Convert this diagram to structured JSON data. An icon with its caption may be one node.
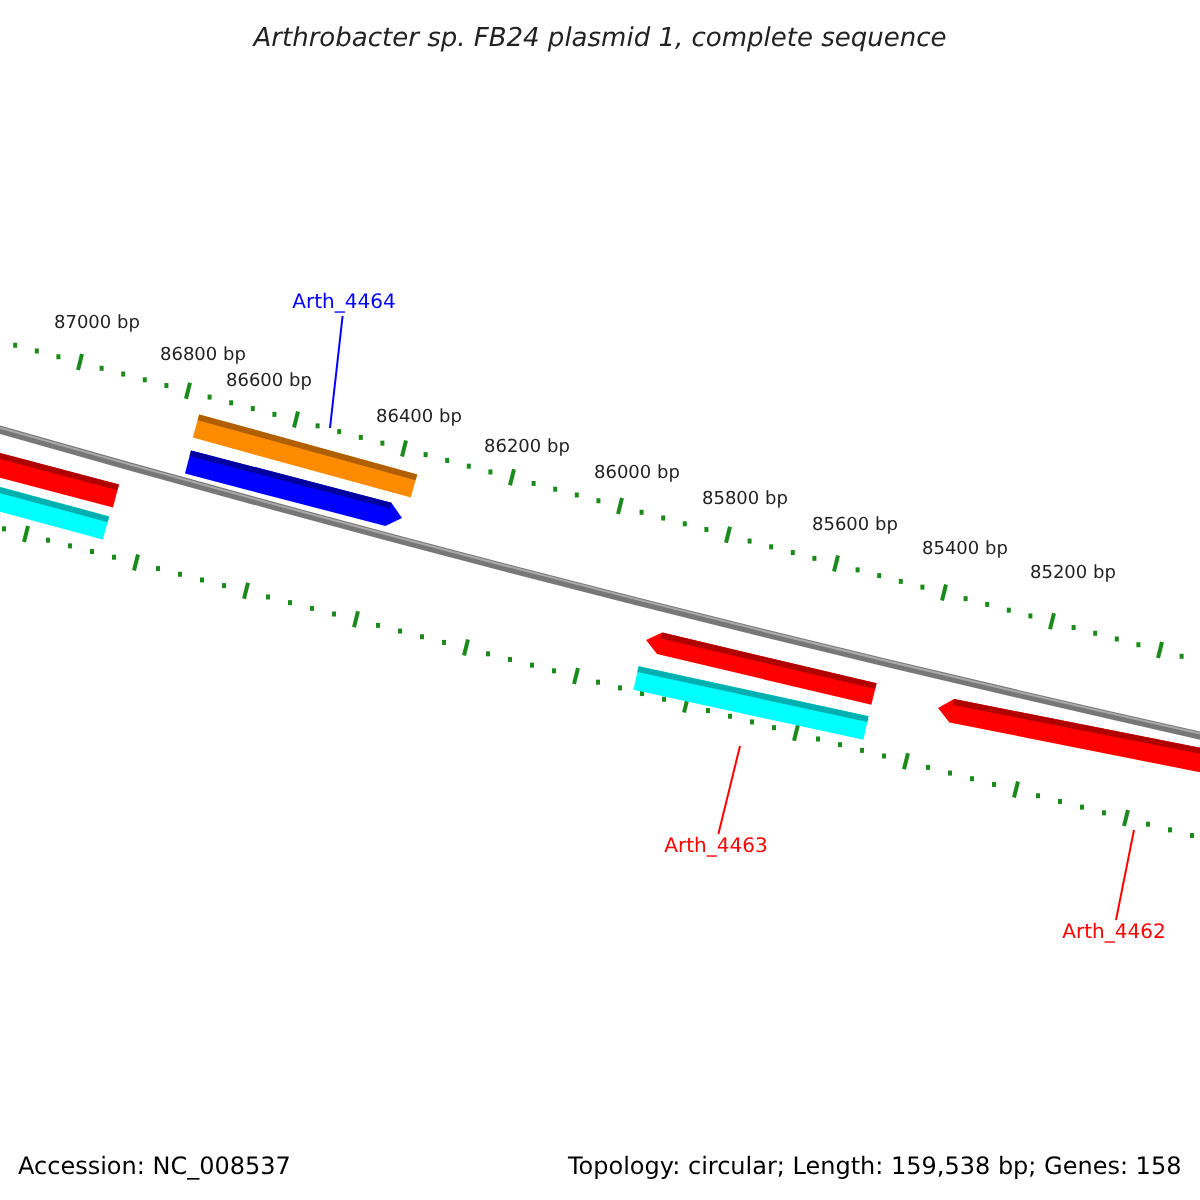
{
  "diagram": {
    "title": "Arthrobacter sp. FB24 plasmid 1, complete sequence",
    "nodes": [
      {
        "text": [
          "Arth_4464"
        ]
      },
      {
        "text": [
          "Arth_4463"
        ]
      },
      {
        "text": [
          "Arth_4462"
        ]
      }
    ],
    "edges": [
      {
        "from": 0,
        "to": null,
        "arrow": "none",
        "color": "#0000ff"
      },
      {
        "from": 1,
        "to": null,
        "arrow": "none"
      },
      {
        "from": 2,
        "to": null,
        "arrow": "none"
      }
    ],
    "labels": [
      "87000 bp",
      "86800 bp",
      "86600 bp",
      "86400 bp",
      "86200 bp",
      "86000 bp",
      "85800 bp",
      "85600 bp",
      "85400 bp",
      "85200 bp",
      "Accession: NC_008537",
      "Topology: circular; Length: 159,538 bp; Genes: 158"
    ]
  }
}
